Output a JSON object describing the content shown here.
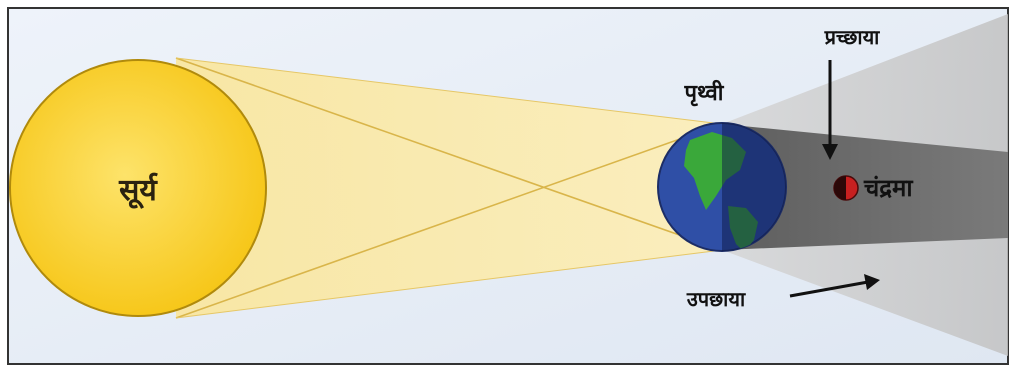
{
  "diagram": {
    "labels": {
      "sun": "सूर्य",
      "earth": "पृथ्वी",
      "moon": "चंद्रमा",
      "umbra": "प्रच्छाया",
      "penumbra": "उपछाया"
    },
    "colors": {
      "background": "#e4ecf6",
      "frame": "#333333",
      "sun_fill": "#fbd22a",
      "sun_stroke": "#b08a0c",
      "light_cone": "#fbe7a2",
      "penumbra": "#c4c4c4",
      "umbra": "#6b6b6b",
      "ocean": "#2f4fa6",
      "land": "#3aa83a",
      "night_side": "#1f2f6e",
      "moon": "#c72020",
      "arrow": "#111111",
      "label_text": "#111111"
    }
  }
}
